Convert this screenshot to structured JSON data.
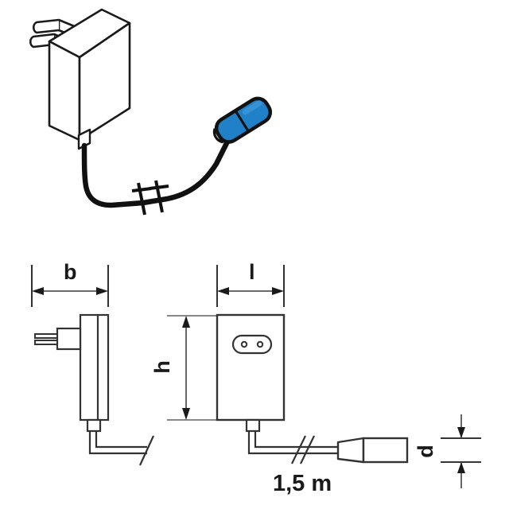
{
  "drawing": {
    "title": "Power supply adapter dimensional drawing",
    "views": [
      {
        "name": "isometric-view",
        "description": "3D isometric view of plug-in power adapter with cable and blue DC connector"
      },
      {
        "name": "side-view",
        "description": "Side elevation showing europlug pins and cable exit"
      },
      {
        "name": "front-view",
        "description": "Front elevation showing two-pin socket face and cable exit"
      }
    ]
  },
  "dimensions": {
    "width": {
      "symbol": "b",
      "name": "width-dimension"
    },
    "length": {
      "symbol": "l",
      "name": "length-dimension"
    },
    "height": {
      "symbol": "h",
      "name": "height-dimension"
    },
    "diameter": {
      "symbol": "d",
      "name": "connector-diameter-dimension"
    },
    "cable_length": {
      "value": "1,5 m",
      "name": "cable-length-dimension"
    }
  },
  "colors": {
    "line": "#1a1a1a",
    "dimension_line": "#555555",
    "connector_blue": "#2080c8",
    "connector_blue_dark": "#1a6aa8",
    "background": "#ffffff",
    "cable": "#111111"
  }
}
